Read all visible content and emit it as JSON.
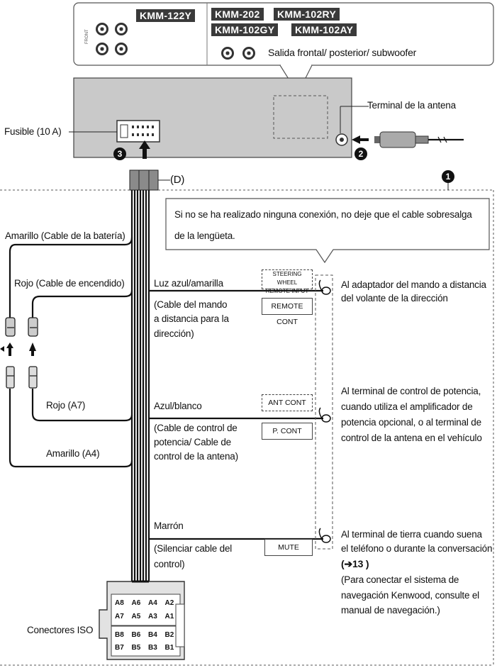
{
  "top_panel": {
    "models_left": "KMM-122Y",
    "models_right_row1": [
      "KMM-202",
      "KMM-102RY"
    ],
    "models_right_row2": [
      "KMM-102GY",
      "KMM-102AY"
    ],
    "output_label": "Salida frontal/ posterior/ subwoofer"
  },
  "unit": {
    "fuse_label": "Fusible (10 A)",
    "antenna_label": "Terminal de la antena",
    "connector_label": "(D)",
    "markers": [
      "3",
      "2",
      "1"
    ]
  },
  "note": {
    "line1": "Si no se ha realizado ninguna conexión, no deje que el cable sobresalga",
    "line2": "de la lengüeta."
  },
  "left_wires": {
    "yellow_battery": "Amarillo (Cable de la batería)",
    "red_ignition": "Rojo (Cable de encendido)",
    "red_a7": "Rojo (A7)",
    "yellow_a4": "Amarillo (A4)"
  },
  "wires": [
    {
      "name": "Luz azul/amarilla",
      "desc": [
        "(Cable del mando",
        "a distancia para la",
        "dirección)"
      ],
      "box_top": "STEERING WHEEL",
      "box_top2": "REMOTE INPUT",
      "box_bottom": "REMOTE CONT",
      "dest": [
        "Al adaptador del mando a distancia",
        "del volante de la dirección"
      ]
    },
    {
      "name": "Azul/blanco",
      "desc": [
        "(Cable de control de",
        "potencia/ Cable de",
        "control de la antena)"
      ],
      "box_top": "ANT CONT",
      "box_bottom": "P. CONT",
      "dest": [
        "Al terminal de control de potencia,",
        "cuando utiliza el amplificador de",
        "potencia opcional, o al terminal de",
        "control de la antena en el vehículo"
      ]
    },
    {
      "name": "Marrón",
      "desc": [
        "(Silenciar cable del",
        "control)"
      ],
      "box_bottom": "MUTE",
      "dest": [
        "Al terminal de tierra cuando suena",
        "el teléfono o durante la conversación"
      ],
      "ref": "13",
      "extra": [
        "(Para conectar el sistema de",
        "navegación Kenwood, consulte el",
        "manual de navegación.)"
      ]
    }
  ],
  "iso": {
    "label": "Conectores ISO",
    "row_a1": [
      "A8",
      "A6",
      "A4",
      "A2"
    ],
    "row_a2": [
      "A7",
      "A5",
      "A3",
      "A1"
    ],
    "row_b1": [
      "B8",
      "B6",
      "B4",
      "B2"
    ],
    "row_b2": [
      "B7",
      "B5",
      "B3",
      "B1"
    ]
  }
}
